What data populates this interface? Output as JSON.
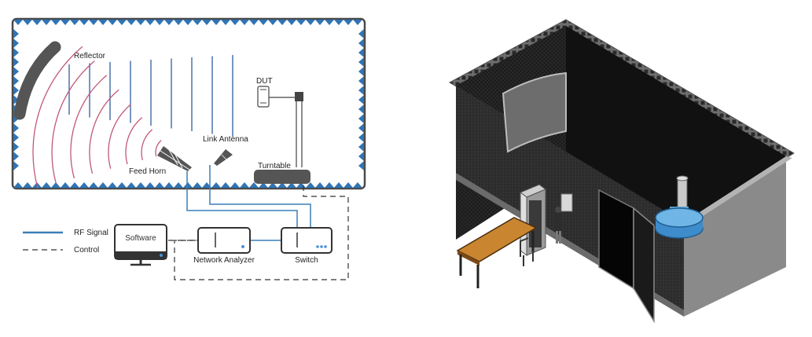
{
  "diagram": {
    "labels": {
      "reflector": "Reflector",
      "dut": "DUT",
      "link_antenna": "Link Antenna",
      "feed_horn": "Feed Horn",
      "turntable": "Turntable",
      "software": "Software",
      "network_analyzer": "Network Analyzer",
      "switch": "Switch"
    },
    "legend": {
      "rf_signal": "RF Signal",
      "control": "Control"
    },
    "colors": {
      "rf_signal": "#3a7fb8",
      "absorber": "#2f74b5",
      "wave_arcs": "#c0587a",
      "plane_wave": "#2f5f9e",
      "reflector": "#555555"
    }
  }
}
